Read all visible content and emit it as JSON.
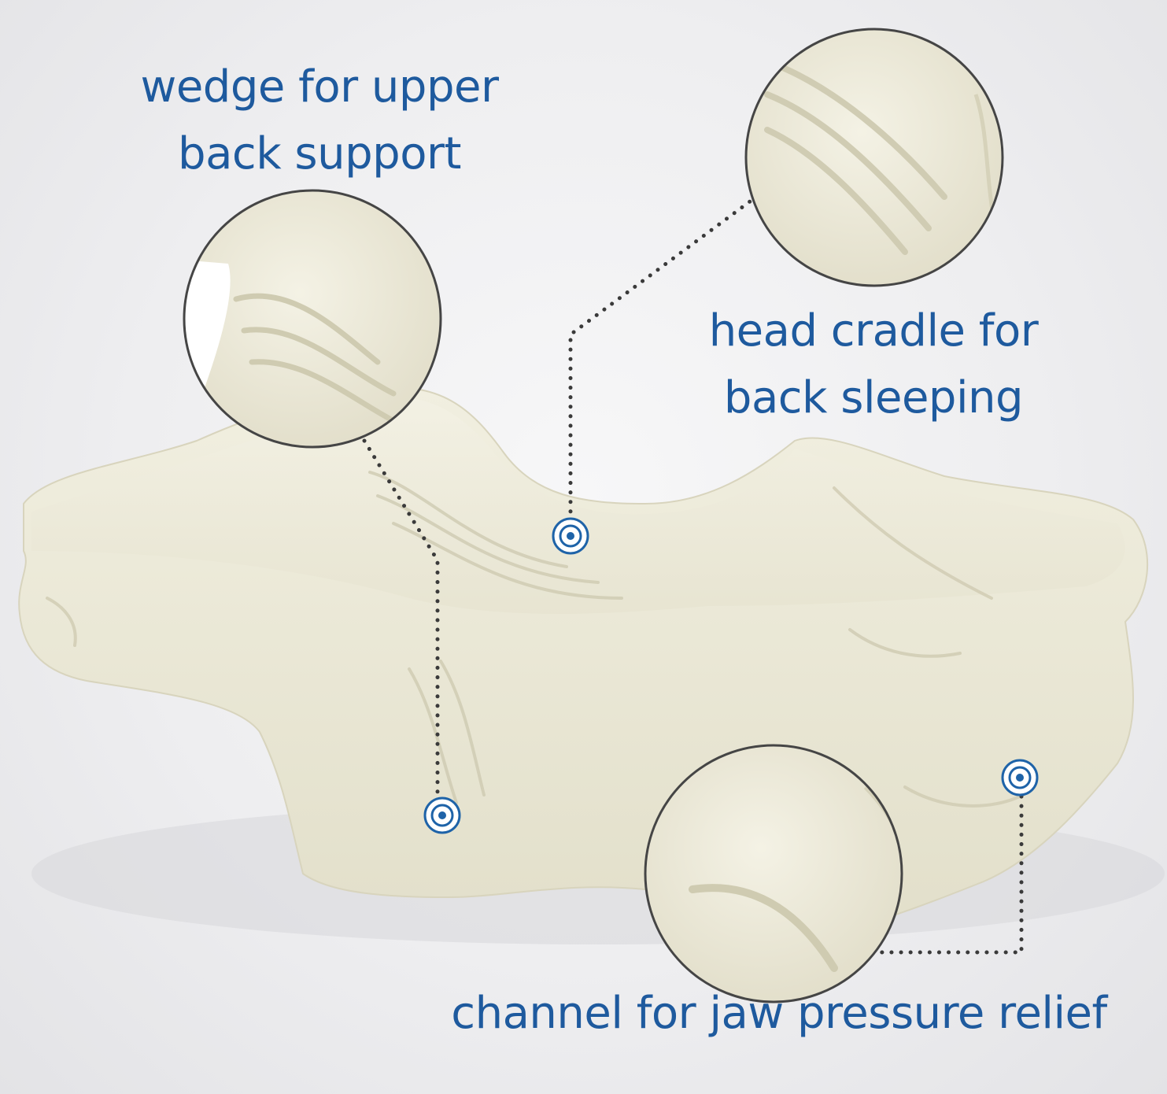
{
  "colors": {
    "label_text": "#1e5a9e",
    "marker": "#1e63a8",
    "leader_dots": "#3a3a3a",
    "pillow_foam": "#ecead9",
    "lens_ring": "#454545"
  },
  "features": [
    {
      "id": "wedge",
      "lines": [
        "wedge for upper",
        "back support"
      ],
      "marker_icon": "target-icon"
    },
    {
      "id": "cradle",
      "lines": [
        "head cradle for",
        "back sleeping"
      ],
      "marker_icon": "target-icon"
    },
    {
      "id": "jaw",
      "lines": [
        "channel for jaw pressure relief"
      ],
      "marker_icon": "target-icon"
    }
  ]
}
